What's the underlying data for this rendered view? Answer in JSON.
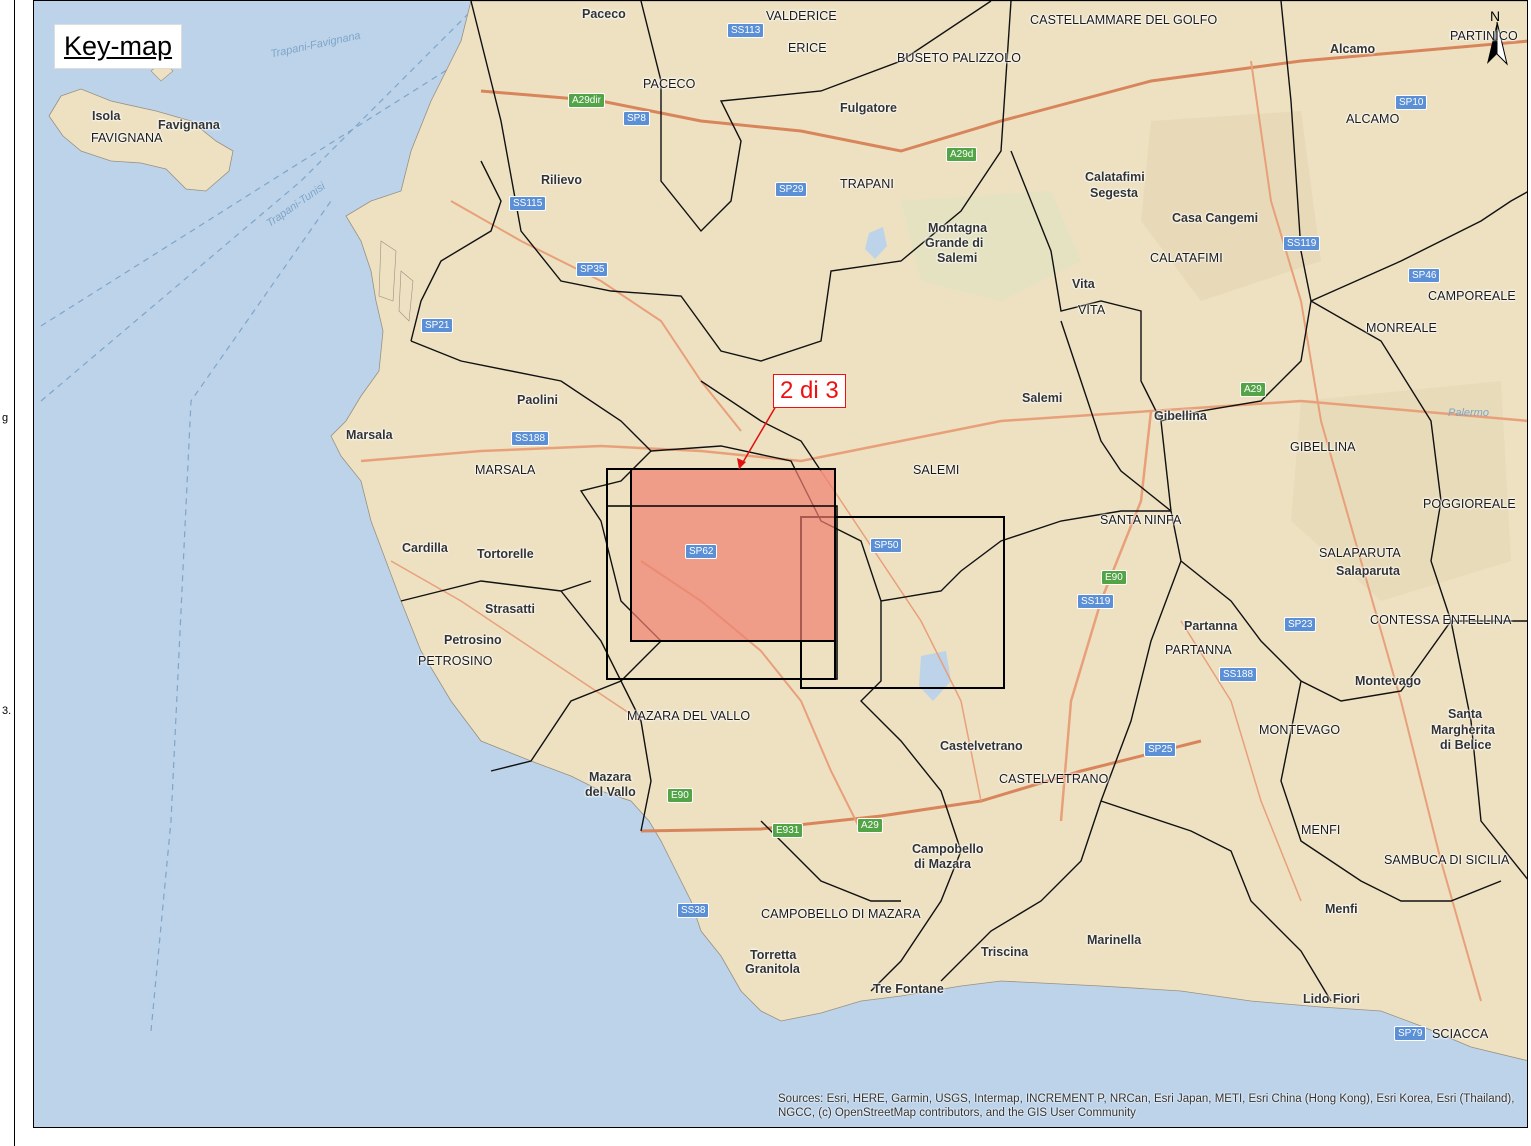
{
  "title": "Key-map",
  "sheet_label": "2 di 3",
  "north_label": "N",
  "credits": "Sources: Esri, HERE, Garmin, USGS, Intermap, INCREMENT P, NRCan, Esri Japan, METI, Esri China (Hong Kong), Esri Korea, Esri (Thailand), NGCC, (c) OpenStreetMap contributors, and the GIS User Community",
  "strip_marks": [
    "g",
    "3."
  ],
  "colors": {
    "land": "#ede1c2",
    "sea": "#bcd3ea",
    "boundary": "#111111",
    "highlight_fill": "#f08070",
    "callout": "#e01010",
    "shield_blue": "#5b8fd6",
    "shield_green": "#52a447"
  },
  "labels": [
    {
      "text": "Paceco",
      "type": "town"
    },
    {
      "text": "VALDERICE",
      "type": "muni"
    },
    {
      "text": "CASTELLAMMARE DEL GOLFO",
      "type": "muni"
    },
    {
      "text": "PARTINICO",
      "type": "muni"
    },
    {
      "text": "ERICE",
      "type": "muni"
    },
    {
      "text": "BUSETO PALIZZOLO",
      "type": "muni"
    },
    {
      "text": "Alcamo",
      "type": "town"
    },
    {
      "text": "PACECO",
      "type": "muni"
    },
    {
      "text": "Fulgatore",
      "type": "town"
    },
    {
      "text": "ALCAMO",
      "type": "muni"
    },
    {
      "text": "Isola",
      "type": "town"
    },
    {
      "text": "Favignana",
      "type": "town"
    },
    {
      "text": "FAVIGNANA",
      "type": "muni"
    },
    {
      "text": "Rilievo",
      "type": "town"
    },
    {
      "text": "TRAPANI",
      "type": "muni"
    },
    {
      "text": "Calatafimi",
      "type": "town"
    },
    {
      "text": "Segesta",
      "type": "town"
    },
    {
      "text": "Casa Cangemi",
      "type": "town"
    },
    {
      "text": "Montagna",
      "type": "town"
    },
    {
      "text": "Grande di",
      "type": "town"
    },
    {
      "text": "Salemi",
      "type": "town"
    },
    {
      "text": "CALATAFIMI",
      "type": "muni"
    },
    {
      "text": "CAMPOREALE",
      "type": "muni"
    },
    {
      "text": "Vita",
      "type": "town"
    },
    {
      "text": "VITA",
      "type": "muni"
    },
    {
      "text": "MONREALE",
      "type": "muni"
    },
    {
      "text": "Paolini",
      "type": "town"
    },
    {
      "text": "Salemi",
      "type": "town"
    },
    {
      "text": "Marsala",
      "type": "town"
    },
    {
      "text": "Gibellina",
      "type": "town"
    },
    {
      "text": "GIBELLINA",
      "type": "muni"
    },
    {
      "text": "MARSALA",
      "type": "muni"
    },
    {
      "text": "SALEMI",
      "type": "muni"
    },
    {
      "text": "POGGIOREALE",
      "type": "muni"
    },
    {
      "text": "SANTA NINFA",
      "type": "muni"
    },
    {
      "text": "Cardilla",
      "type": "town"
    },
    {
      "text": "Tortorelle",
      "type": "town"
    },
    {
      "text": "SALAPARUTA",
      "type": "muni"
    },
    {
      "text": "Salaparuta",
      "type": "town"
    },
    {
      "text": "Strasatti",
      "type": "town"
    },
    {
      "text": "Partanna",
      "type": "town"
    },
    {
      "text": "CONTESSA ENTELLINA",
      "type": "muni"
    },
    {
      "text": "Petrosino",
      "type": "town"
    },
    {
      "text": "PETROSINO",
      "type": "muni"
    },
    {
      "text": "PARTANNA",
      "type": "muni"
    },
    {
      "text": "Montevago",
      "type": "town"
    },
    {
      "text": "MAZARA DEL VALLO",
      "type": "muni"
    },
    {
      "text": "Santa",
      "type": "town"
    },
    {
      "text": "Margherita",
      "type": "town"
    },
    {
      "text": "di Belice",
      "type": "town"
    },
    {
      "text": "MONTEVAGO",
      "type": "muni"
    },
    {
      "text": "Castelvetrano",
      "type": "town"
    },
    {
      "text": "CASTELVETRANO",
      "type": "muni"
    },
    {
      "text": "Mazara",
      "type": "town"
    },
    {
      "text": "del Vallo",
      "type": "town"
    },
    {
      "text": "MENFI",
      "type": "muni"
    },
    {
      "text": "Campobello",
      "type": "town"
    },
    {
      "text": "di Mazara",
      "type": "town"
    },
    {
      "text": "SAMBUCA DI SICILIA",
      "type": "muni"
    },
    {
      "text": "Menfi",
      "type": "town"
    },
    {
      "text": "CAMPOBELLO DI MAZARA",
      "type": "muni"
    },
    {
      "text": "Marinella",
      "type": "town"
    },
    {
      "text": "Triscina",
      "type": "town"
    },
    {
      "text": "Torretta",
      "type": "town"
    },
    {
      "text": "Granitola",
      "type": "town"
    },
    {
      "text": "Tre Fontane",
      "type": "town"
    },
    {
      "text": "Lido Fiori",
      "type": "town"
    },
    {
      "text": "SCIACCA",
      "type": "muni"
    },
    {
      "text": "Trapani-Favignana",
      "type": "sea"
    },
    {
      "text": "Trapani-Tunisi",
      "type": "sea"
    },
    {
      "text": "Palermo",
      "type": "sea"
    }
  ],
  "shields": [
    {
      "text": "SS113",
      "color": "blue"
    },
    {
      "text": "A29dir",
      "color": "green"
    },
    {
      "text": "SP8",
      "color": "blue"
    },
    {
      "text": "A29d",
      "color": "green"
    },
    {
      "text": "SP10",
      "color": "blue"
    },
    {
      "text": "SP29",
      "color": "blue"
    },
    {
      "text": "SS115",
      "color": "blue"
    },
    {
      "text": "SS119",
      "color": "blue"
    },
    {
      "text": "SP35",
      "color": "blue"
    },
    {
      "text": "SP46",
      "color": "blue"
    },
    {
      "text": "SP21",
      "color": "blue"
    },
    {
      "text": "A29",
      "color": "green"
    },
    {
      "text": "SS188",
      "color": "blue"
    },
    {
      "text": "SP62",
      "color": "blue"
    },
    {
      "text": "SP50",
      "color": "blue"
    },
    {
      "text": "E90",
      "color": "green"
    },
    {
      "text": "SS119",
      "color": "blue"
    },
    {
      "text": "SP23",
      "color": "blue"
    },
    {
      "text": "SS188",
      "color": "blue"
    },
    {
      "text": "SP25",
      "color": "blue"
    },
    {
      "text": "E90",
      "color": "green"
    },
    {
      "text": "E931",
      "color": "green"
    },
    {
      "text": "A29",
      "color": "green"
    },
    {
      "text": "SS38",
      "color": "blue"
    },
    {
      "text": "SP79",
      "color": "blue"
    }
  ]
}
